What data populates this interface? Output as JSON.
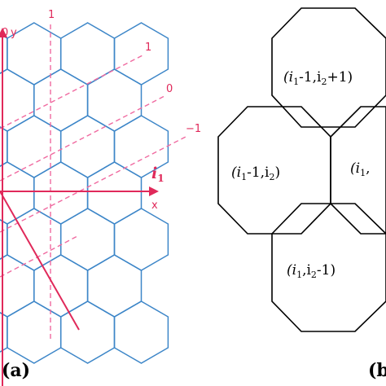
{
  "colors": {
    "hex_lattice": "#3d86c8",
    "axis": "#e0295a",
    "dashed": "#f06aa0",
    "outline": "#000000"
  },
  "panel_a": {
    "caption": "(a)",
    "axis_y_label": "y",
    "axis_x_label": "x",
    "top_tick_label": "0",
    "line_labels": [
      "1",
      "1",
      "0",
      "−1"
    ],
    "index_label_main": "i",
    "index_label_sub": "1"
  },
  "panel_b": {
    "caption": "(b",
    "cells": [
      {
        "pre": "(i",
        "s1": "1",
        "mid": "-1,i",
        "s2": "2",
        "post": "+1)"
      },
      {
        "pre": "(i",
        "s1": "1",
        "mid": "-1,i",
        "s2": "2",
        "post": ")"
      },
      {
        "pre": "(i",
        "s1": "1",
        "mid": ",",
        "s2": "",
        "post": ""
      },
      {
        "pre": "(i",
        "s1": "1",
        "mid": ",i",
        "s2": "2",
        "post": "-1)"
      }
    ]
  }
}
